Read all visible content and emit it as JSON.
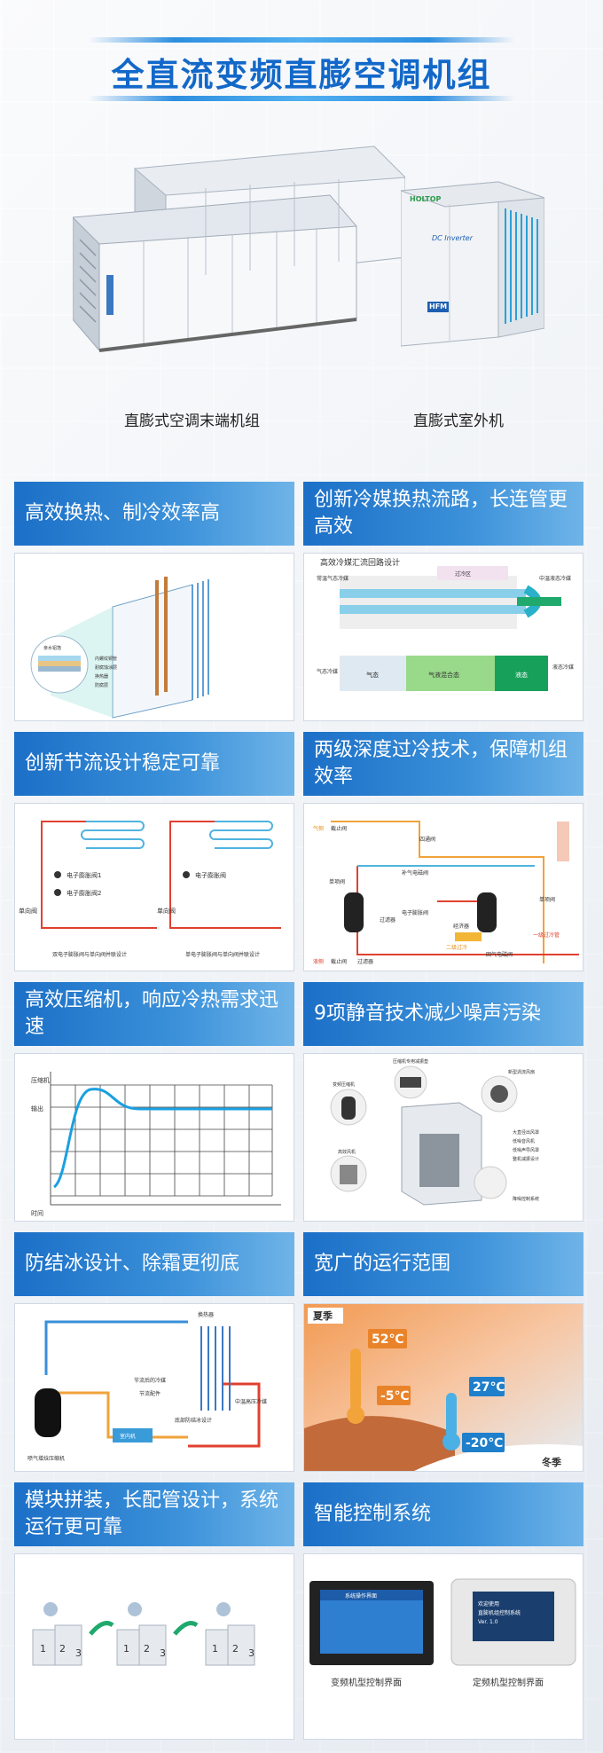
{
  "page": {
    "title": "全直流变频直膨空调机组",
    "captions": [
      "直膨式空调末端机组",
      "直膨式室外机"
    ],
    "brand": {
      "odu_logo": "HOLTOP",
      "dc_logo": "DC Inverter",
      "hfm_badge": "HFM"
    }
  },
  "sections": [
    {
      "heading": "高效换热、制冷效率高",
      "labels": [
        "亲水铝箔",
        "内螺纹铜管",
        "耐腐蚀涂层",
        "换热器",
        "防腐层"
      ]
    },
    {
      "heading": "创新冷媒换热流路，长连管更高效",
      "labels": [
        "高效冷媒汇流回路设计",
        "常温气态冷媒",
        "中温液态冷媒",
        "过冷区",
        "气态",
        "气液混合态",
        "液态",
        "气态冷媒",
        "液态冷媒"
      ]
    },
    {
      "heading": "创新节流设计稳定可靠",
      "labels": [
        "电子膨胀阀1",
        "电子膨胀阀2",
        "单向阀",
        "电子膨胀阀",
        "单向阀",
        "双电子膨胀阀与单向阀并联设计",
        "单电子膨胀阀与单向阀并联设计"
      ]
    },
    {
      "heading": "两级深度过冷技术，保障机组效率",
      "labels": [
        "四通阀",
        "截止阀",
        "气侧",
        "单项阀",
        "补气电磁阀",
        "电子膨胀阀",
        "过滤器",
        "经济器",
        "二级过冷",
        "回气电磁阀",
        "一级过冷管",
        "单项阀",
        "液侧",
        "截止阀",
        "过滤器"
      ]
    },
    {
      "heading": "高效压缩机，响应冷热需求迅速",
      "labels": [
        "压缩机",
        "输出",
        "时间"
      ]
    },
    {
      "heading": "9项静音技术减少噪声污染",
      "labels": [
        "压缩机专用减振垫",
        "变频压缩机",
        "高效风机",
        "新型涡流风扇",
        "大直径出风罩",
        "低噪音风机",
        "低噪声导风罩",
        "整机减振设计",
        "降噪控制系统"
      ]
    },
    {
      "heading": "防结冰设计、除霜更彻底",
      "labels": [
        "换热器",
        "节流后的冷媒",
        "节流配件",
        "中温高压冷媒",
        "底部防结冰设计",
        "室内机",
        "喷气增焓压缩机"
      ]
    },
    {
      "heading": "宽广的运行范围",
      "labels": [
        "夏季",
        "52℃",
        "-5℃",
        "27℃",
        "-20℃",
        "冬季"
      ]
    },
    {
      "heading": "模块拼装，长配管设计，系统运行更可靠",
      "labels": [
        "1",
        "2",
        "3",
        "1",
        "2",
        "3",
        "1",
        "2",
        "3"
      ]
    },
    {
      "heading": "智能控制系统",
      "labels": [
        "变频机型控制界面",
        "定频机型控制界面",
        "系统操作界面",
        "欢迎使用",
        "直膨机组控制系统",
        "Ver. 1.0"
      ]
    }
  ]
}
